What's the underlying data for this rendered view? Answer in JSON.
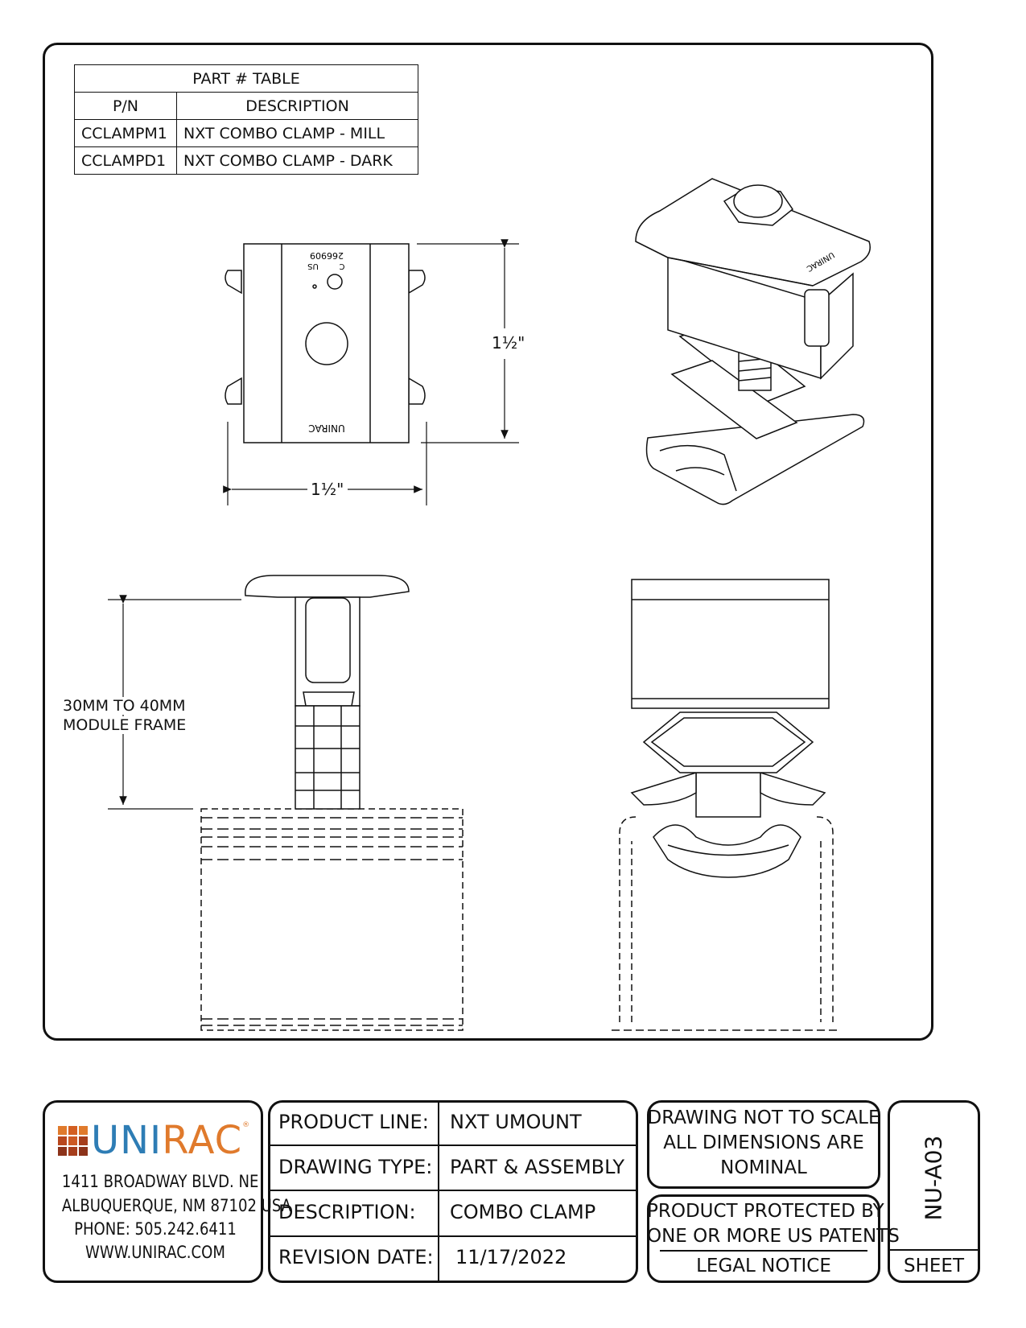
{
  "part_table": {
    "title": "PART # TABLE",
    "headers": [
      "P/N",
      "DESCRIPTION"
    ],
    "rows": [
      {
        "pn": "CCLAMPM1",
        "description": "NXT COMBO CLAMP - MILL"
      },
      {
        "pn": "CCLAMPD1",
        "description": "NXT COMBO CLAMP - DARK"
      }
    ]
  },
  "dimensions": {
    "height": "1½\"",
    "width": "1½\"",
    "frame_range_line1": "30MM TO 40MM",
    "frame_range_line2": "MODULE FRAME"
  },
  "part_markings": {
    "brand": "UNIRAC",
    "cert_number": "266909",
    "cert_c": "C",
    "cert_us": "US"
  },
  "title_block": {
    "company": {
      "name_part1": "UNI",
      "name_part2": "RAC",
      "registered": "®",
      "address1": "1411 BROADWAY BLVD. NE",
      "address2": "ALBUQUERQUE, NM 87102 USA",
      "phone": "PHONE: 505.242.6411",
      "website": "WWW.UNIRAC.COM"
    },
    "fields": [
      {
        "label": "PRODUCT LINE:",
        "value": "NXT UMOUNT"
      },
      {
        "label": "DRAWING TYPE:",
        "value": "PART & ASSEMBLY"
      },
      {
        "label": "DESCRIPTION:",
        "value": "COMBO CLAMP"
      },
      {
        "label": "REVISION DATE:",
        "value": "11/17/2022"
      }
    ],
    "scale_note": [
      "DRAWING NOT TO SCALE",
      "ALL DIMENSIONS ARE",
      "NOMINAL"
    ],
    "patent_note": [
      "PRODUCT PROTECTED BY",
      "ONE OR MORE US PATENTS"
    ],
    "legal_notice": "LEGAL NOTICE",
    "sheet_number": "NU-A03",
    "sheet_label": "SHEET"
  },
  "colors": {
    "logo_blue": "#2e7db5",
    "logo_orange": "#e07a2c",
    "logo_grid": [
      "#e07a2c",
      "#d35f22",
      "#b8471d",
      "#cc5a24",
      "#a63e1c",
      "#8c331a"
    ]
  }
}
